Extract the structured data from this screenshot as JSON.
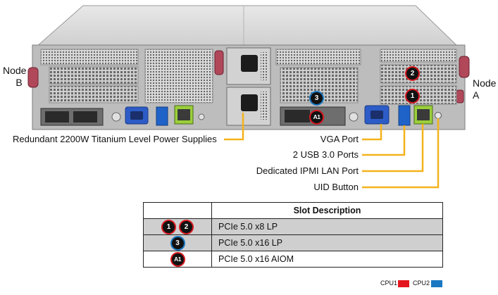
{
  "labels": {
    "node_b_line1": "Node",
    "node_b_line2": "B",
    "node_a_line1": "Node",
    "node_a_line2": "A",
    "power_supplies": "Redundant 2200W Titanium Level Power Supplies",
    "vga_port": "VGA Port",
    "usb_ports": "2 USB 3.0 Ports",
    "ipmi_port": "Dedicated IPMI LAN Port",
    "uid_button": "UID Button"
  },
  "slot_badges": {
    "one": "1",
    "two": "2",
    "three": "3",
    "aiom": "A1"
  },
  "table": {
    "header": "Slot Description",
    "rows": [
      {
        "badges": [
          "1",
          "2"
        ],
        "description": "PCIe 5.0 x8 LP"
      },
      {
        "badges": [
          "3"
        ],
        "description": "PCIe 5.0 x16 LP"
      },
      {
        "badges": [
          "A1"
        ],
        "description": "PCIe 5.0 x16 AIOM"
      }
    ]
  },
  "legend": {
    "cpu1_label": "CPU1",
    "cpu1_color": "#e4161d",
    "cpu2_label": "CPU2",
    "cpu2_color": "#1a78c2"
  },
  "colors": {
    "callout_line": "#f4b21b",
    "chassis": "#c8c8c8",
    "handle": "#b0485a"
  }
}
